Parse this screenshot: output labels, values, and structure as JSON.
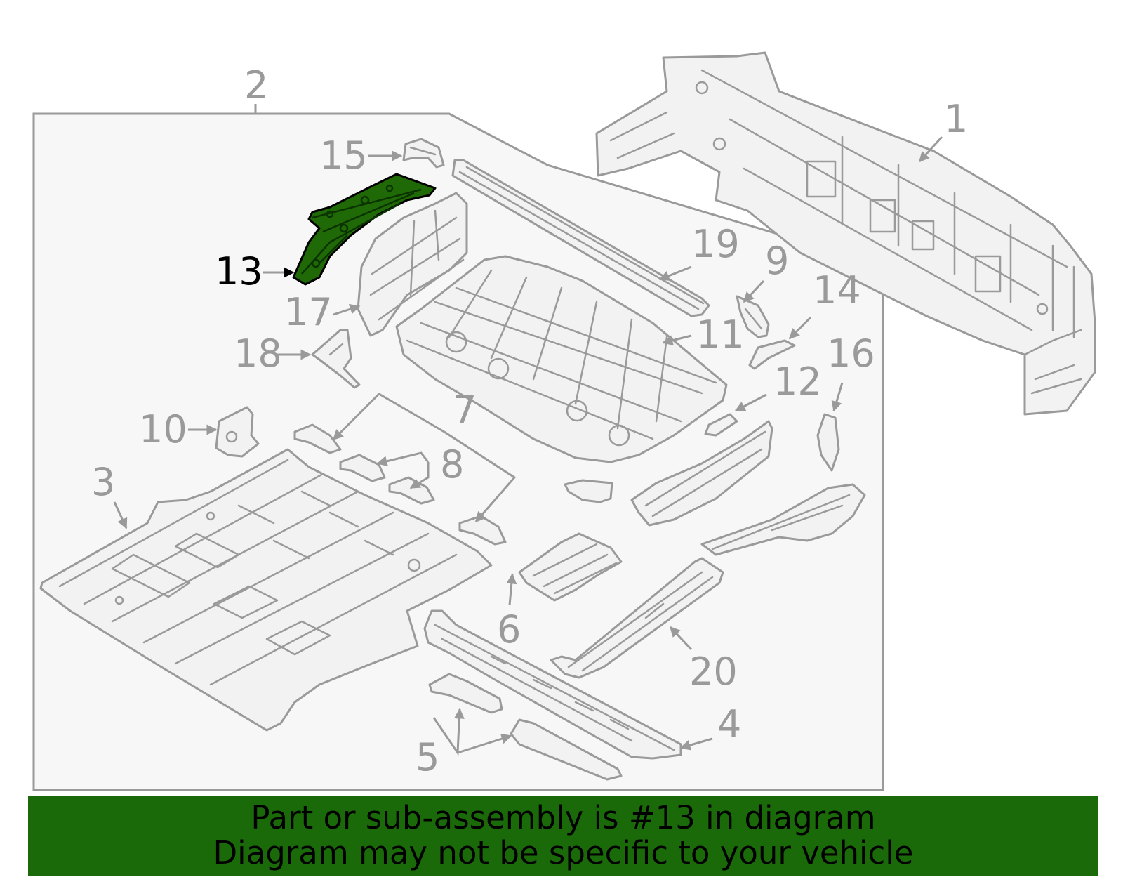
{
  "highlight": {
    "part_number": "13",
    "color": "#1a6a0a"
  },
  "callouts": {
    "c1": "1",
    "c2": "2",
    "c3": "3",
    "c4": "4",
    "c5": "5",
    "c6": "6",
    "c7": "7",
    "c8": "8",
    "c9": "9",
    "c10": "10",
    "c11": "11",
    "c12": "12",
    "c13": "13",
    "c14": "14",
    "c15": "15",
    "c16": "16",
    "c17": "17",
    "c18": "18",
    "c19": "19",
    "c20": "20"
  },
  "banner": {
    "line1": "Part or sub-assembly is #13 in diagram",
    "line2": "Diagram may not be specific to your vehicle"
  }
}
